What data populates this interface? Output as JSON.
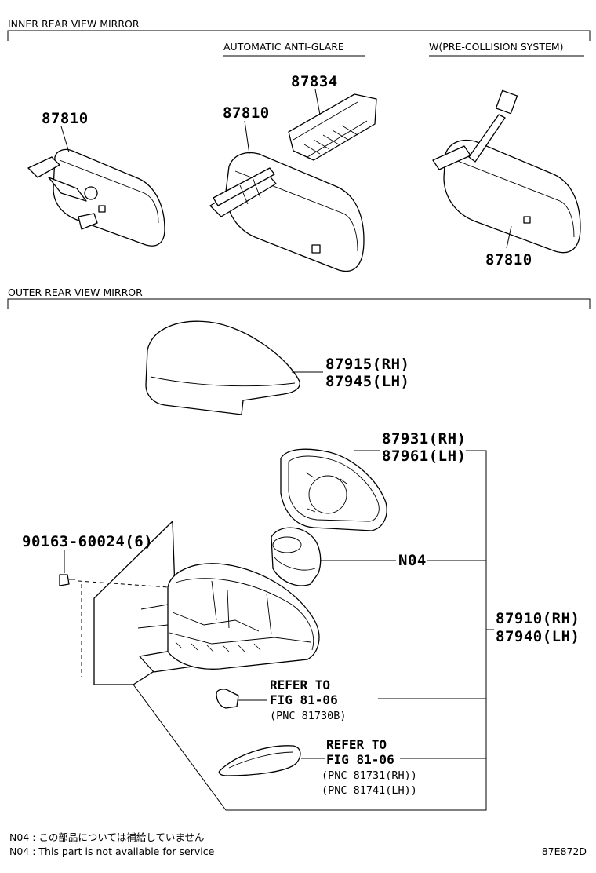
{
  "sections": {
    "inner_title": "INNER REAR VIEW MIRROR",
    "outer_title": "OUTER REAR VIEW MIRROR"
  },
  "variants": {
    "auto_anti_glare": "AUTOMATIC ANTI-GLARE",
    "pre_collision": "W(PRE-COLLISION SYSTEM)"
  },
  "parts": {
    "inner_mirror_a": "87810",
    "inner_mirror_b": "87810",
    "inner_mirror_c": "87810",
    "mirror_cover_inner": "87834",
    "cover_rh": "87915(RH)",
    "cover_lh": "87945(LH)",
    "mirror_rh": "87931(RH)",
    "mirror_lh": "87961(LH)",
    "motor_code": "N04",
    "assy_rh": "87910(RH)",
    "assy_lh": "87940(LH)",
    "screw": "90163-60024(6)"
  },
  "refs": {
    "lamp_refer": "REFER TO",
    "lamp_fig": "FIG 81-06",
    "lamp_pnc": "(PNC 81730B)",
    "turn_refer": "REFER TO",
    "turn_fig": "FIG 81-06",
    "turn_pnc_rh": "(PNC 81731(RH))",
    "turn_pnc_lh": "(PNC 81741(LH))"
  },
  "notes": {
    "jp": "N04 :  この部品については補給していません",
    "en": "N04 :  This part is not available for service"
  },
  "figure_code": "87E872D"
}
